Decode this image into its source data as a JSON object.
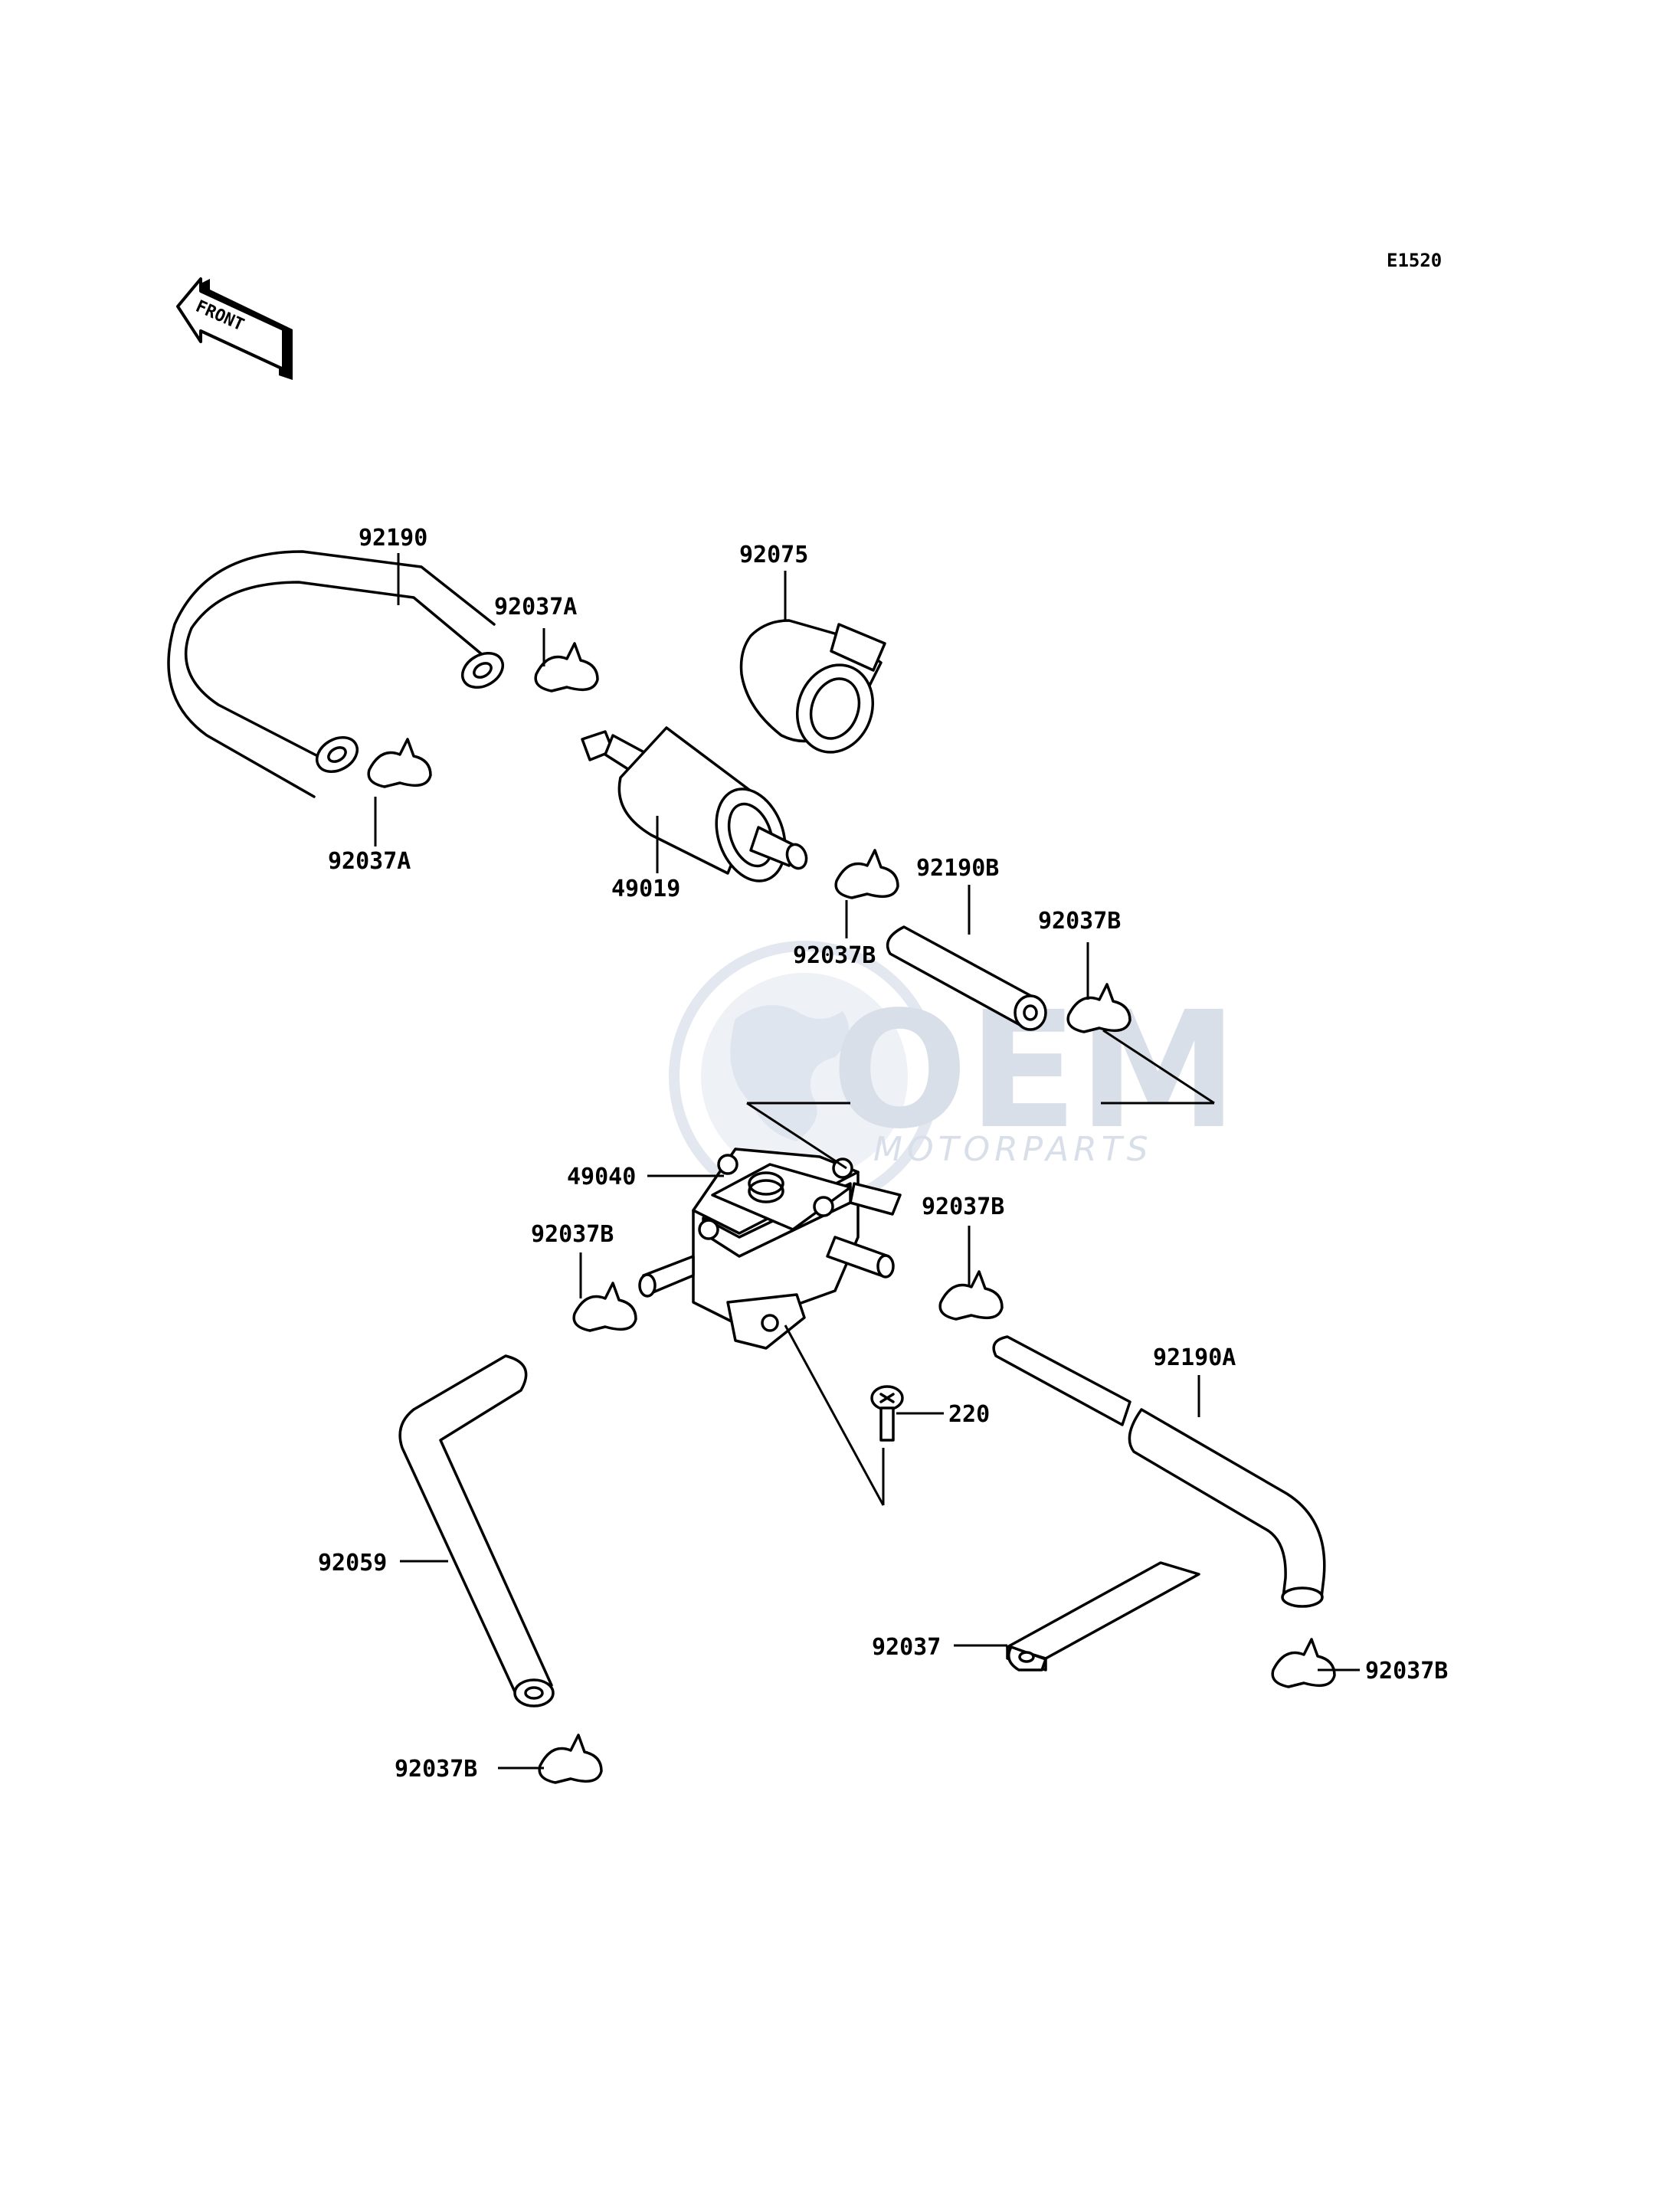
{
  "diagram": {
    "code": "E1520",
    "front_label": "FRONT",
    "watermark": {
      "brand": "OEM",
      "sub": "MOTORPARTS"
    }
  },
  "labels": {
    "hose_u": "92190",
    "clamp_a_top": "92037A",
    "clamp_a_bottom": "92037A",
    "holder": "92075",
    "filter": "49019",
    "clamp_b_filter": "92037B",
    "hose_b": "92190B",
    "clamp_b_right_top": "92037B",
    "pump": "49040",
    "clamp_b_pump_left": "92037B",
    "clamp_b_pump_right": "92037B",
    "hose_a": "92190A",
    "screw": "220",
    "hose_l": "92059",
    "band": "92037",
    "clamp_b_right_bottom": "92037B",
    "clamp_b_bottom": "92037B"
  }
}
